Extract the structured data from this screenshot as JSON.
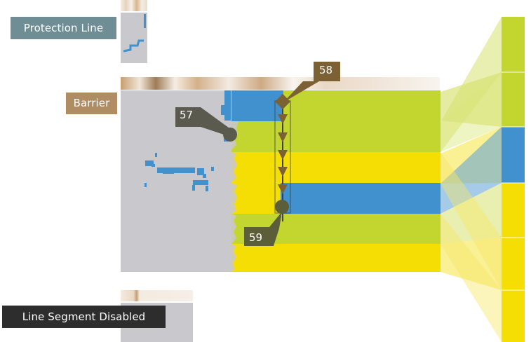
{
  "labels": {
    "protection_line": "Protection Line",
    "barrier": "Barrier",
    "line_segment_disabled": "Line Segment Disabled"
  },
  "callouts": {
    "c57": "57",
    "c58": "58",
    "c59": "59"
  },
  "colors": {
    "protection_label_bg": "#6f8d95",
    "barrier_label_bg": "#b08c63",
    "disabled_label_bg": "#2d2d2d",
    "callout_57": "#5a5a4e",
    "callout_58": "#7b6134",
    "callout_59": "#5c5d39",
    "gray_panel": "#c9c8cc",
    "blue": "#4291cf",
    "yellow_green": "#c3d62f",
    "yellow": "#f4de04"
  }
}
